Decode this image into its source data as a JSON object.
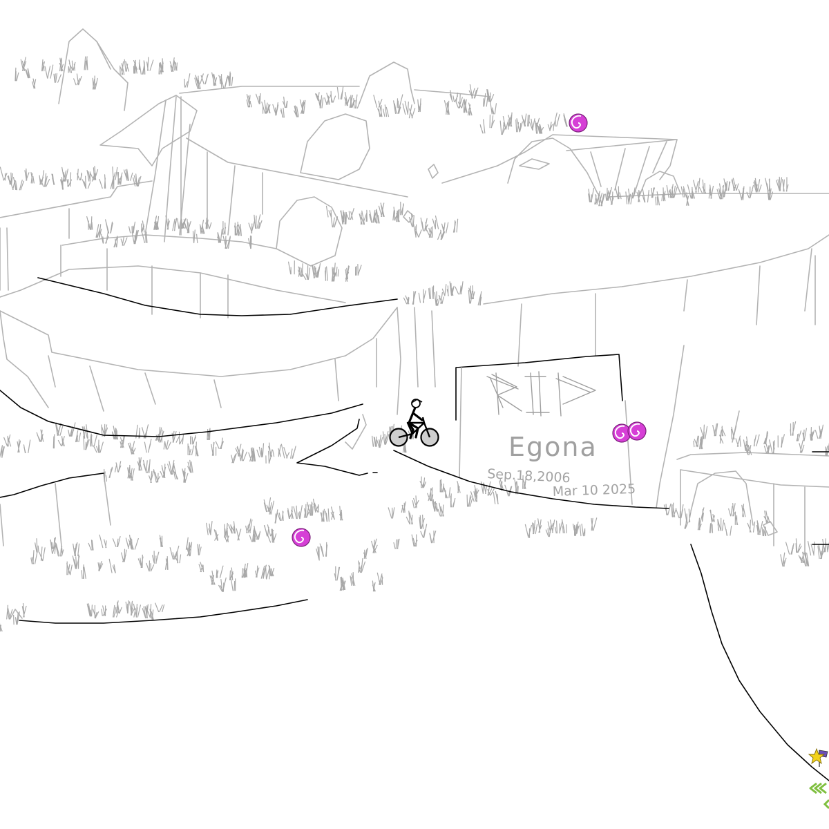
{
  "scene": {
    "tombstone": {
      "heading": "RIP",
      "name": "Egona",
      "born": "Sep.18,2006",
      "died": "Mar 10 2025"
    }
  },
  "colors": {
    "background": "#ffffff",
    "track": "#000000",
    "scenery": "#b3b3b3",
    "teleport": "#d63fd6",
    "star": "#f2d21a",
    "boost": "#7fbf3f"
  },
  "powerups": [
    {
      "type": "teleport",
      "icon": "spiral-icon"
    },
    {
      "type": "teleport",
      "icon": "spiral-icon"
    },
    {
      "type": "teleport",
      "icon": "spiral-icon"
    },
    {
      "type": "teleport",
      "icon": "spiral-icon"
    },
    {
      "type": "goal",
      "icon": "star-icon"
    },
    {
      "type": "boost",
      "icon": "chevron-icon"
    },
    {
      "type": "checkpoint",
      "icon": "flag-icon"
    }
  ],
  "player": {
    "vehicle": "bmx-bike",
    "icon": "rider-icon"
  }
}
